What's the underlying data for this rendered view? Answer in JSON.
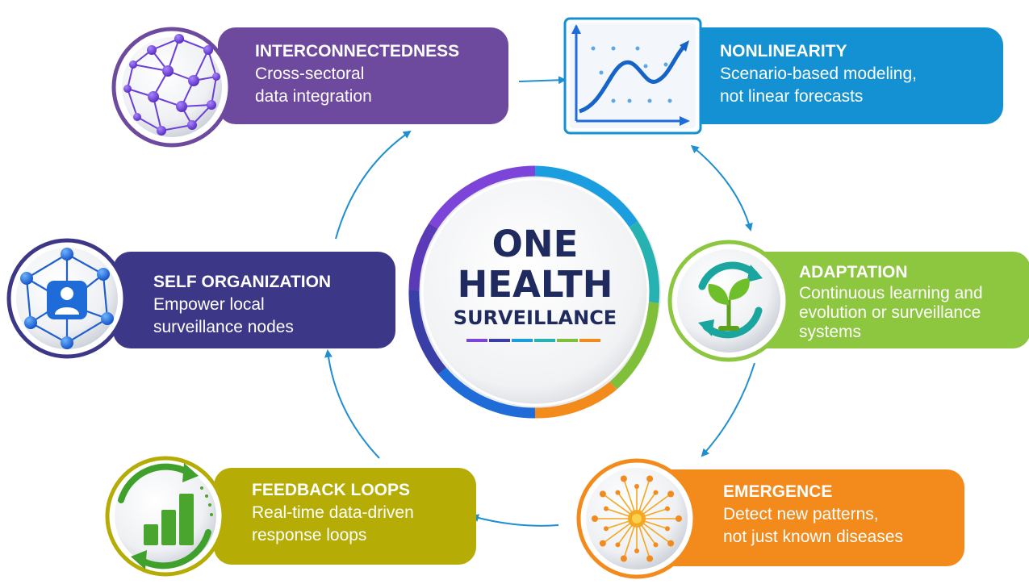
{
  "center": {
    "line1": "ONE",
    "line2": "HEALTH",
    "line3": "SURVEILLANCE"
  },
  "cards": {
    "interconnectedness": {
      "title": "INTERCONNECTEDNESS",
      "lines": [
        "Cross-sectoral",
        "data integration"
      ],
      "color": "#6e4a9e",
      "icon": "globe-network-icon"
    },
    "nonlinearity": {
      "title": "NONLINEARITY",
      "lines": [
        "Scenario-based modeling,",
        "not linear forecasts"
      ],
      "color": "#1391d3",
      "icon": "line-chart-icon"
    },
    "adaptation": {
      "title": "ADAPTATION",
      "lines": [
        "Continuous learning and",
        "evolution or surveillance",
        "systems"
      ],
      "color": "#8dc63f",
      "icon": "recycle-sprout-icon"
    },
    "emergence": {
      "title": "EMERGENCE",
      "lines": [
        "Detect new patterns,",
        "not just known diseases"
      ],
      "color": "#f28a1c",
      "icon": "burst-icon"
    },
    "feedback_loops": {
      "title": "FEEDBACK LOOPS",
      "lines": [
        "Real-time data-driven",
        "response loops"
      ],
      "color": "#b5ad06",
      "icon": "bar-chart-loop-icon"
    },
    "self_organization": {
      "title": "SELF ORGANIZATION",
      "lines": [
        "Empower local",
        "surveillance nodes"
      ],
      "color": "#3d3787",
      "icon": "person-network-icon"
    }
  },
  "connector_color": "#1f8fd1"
}
